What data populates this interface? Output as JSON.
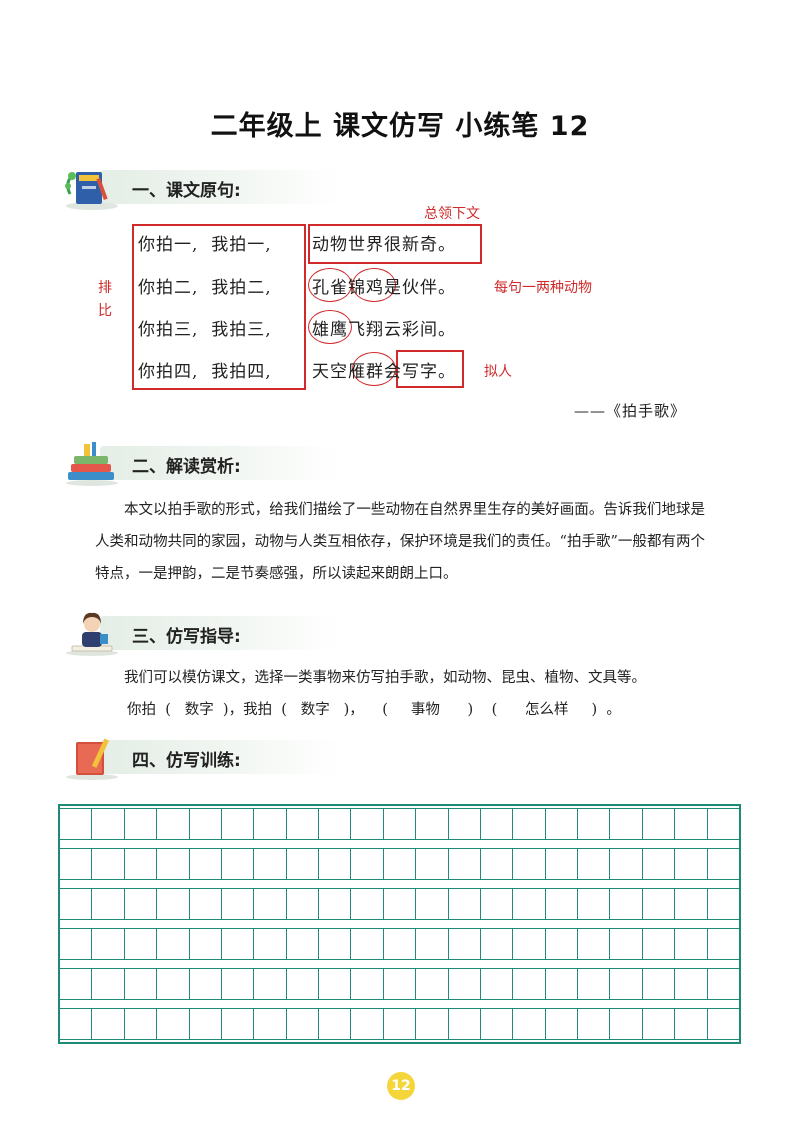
{
  "title": "二年级上  课文仿写  小练笔 12",
  "sections": {
    "s1": "一、课文原句:",
    "s2": "二、解读赏析:",
    "s3": "三、仿写指导:",
    "s4": "四、仿写训练:"
  },
  "poem": {
    "lines": [
      {
        "left": "你拍一,  我拍一,",
        "right": "动物世界很新奇。"
      },
      {
        "left": "你拍二,  我拍二,",
        "right": "孔雀锦鸡是伙伴。"
      },
      {
        "left": "你拍三,  我拍三,",
        "right": "雄鹰飞翔云彩间。"
      },
      {
        "left": "你拍四,  我拍四,",
        "right": "天空雁群会写字。"
      }
    ],
    "source": "——《拍手歌》"
  },
  "notes": {
    "summary": "总领下文",
    "parallel_1": "排",
    "parallel_2": "比",
    "animals": "每句一两种动物",
    "personify": "拟人"
  },
  "analysis": "本文以拍手歌的形式，给我们描绘了一些动物在自然界里生存的美好画面。告诉我们地球是人类和动物共同的家园，动物与人类互相依存，保护环境是我们的责任。“拍手歌”一般都有两个特点，一是押韵，二是节奏感强，所以读起来朗朗上口。",
  "guide": {
    "line1": "我们可以模仿课文，选择一类事物来仿写拍手歌，如动物、昆虫、植物、文具等。",
    "line2": "你拍  (   数字  )，我拍  (   数字   )，    (     事物      )    (      怎么样     )  。"
  },
  "page_number": "12",
  "colors": {
    "accent_red": "#d02a2a",
    "grid_green": "#1f8a78",
    "page_badge": "#f5d63a"
  }
}
